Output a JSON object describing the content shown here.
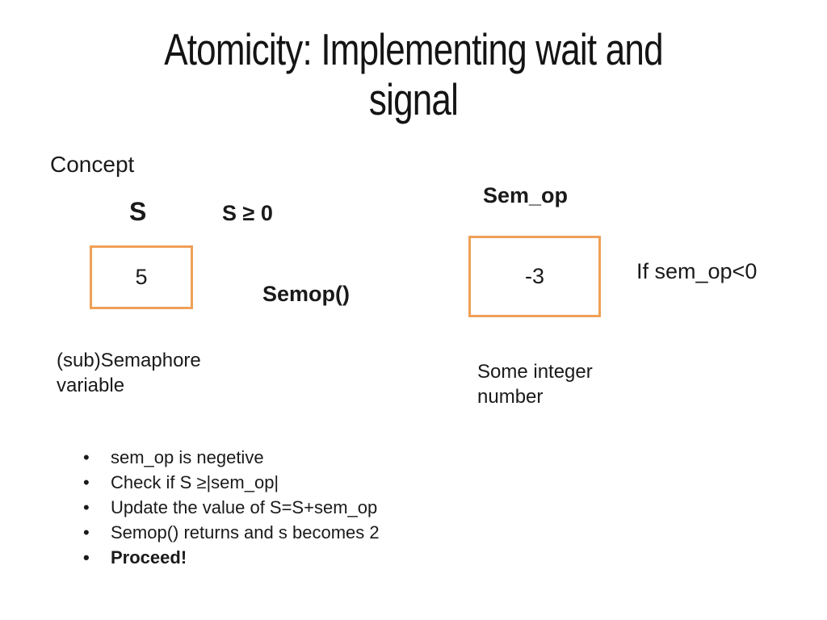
{
  "slide": {
    "title": "Atomicity: Implementing wait and\nsignal",
    "section_label": "Concept",
    "left_group": {
      "variable_name": "S",
      "condition": "S ≥ 0",
      "box_value": "5",
      "function_label": "Semop()",
      "caption": "(sub)Semaphore\nvariable"
    },
    "right_group": {
      "variable_name": "Sem_op",
      "box_value": "-3",
      "condition": "If sem_op<0",
      "caption": "Some integer\nnumber"
    },
    "bullets": [
      {
        "text": "sem_op is negetive",
        "bold": false
      },
      {
        "text": "Check if S ≥|sem_op|",
        "bold": false
      },
      {
        "text": "Update the value of S=S+sem_op",
        "bold": false
      },
      {
        "text": "Semop() returns and s becomes 2",
        "bold": false
      },
      {
        "text": "Proceed!",
        "bold": true
      }
    ]
  },
  "colors": {
    "box_border": "#EFA057",
    "text_primary": "#1A1A1A",
    "background": "#FFFFFF"
  }
}
